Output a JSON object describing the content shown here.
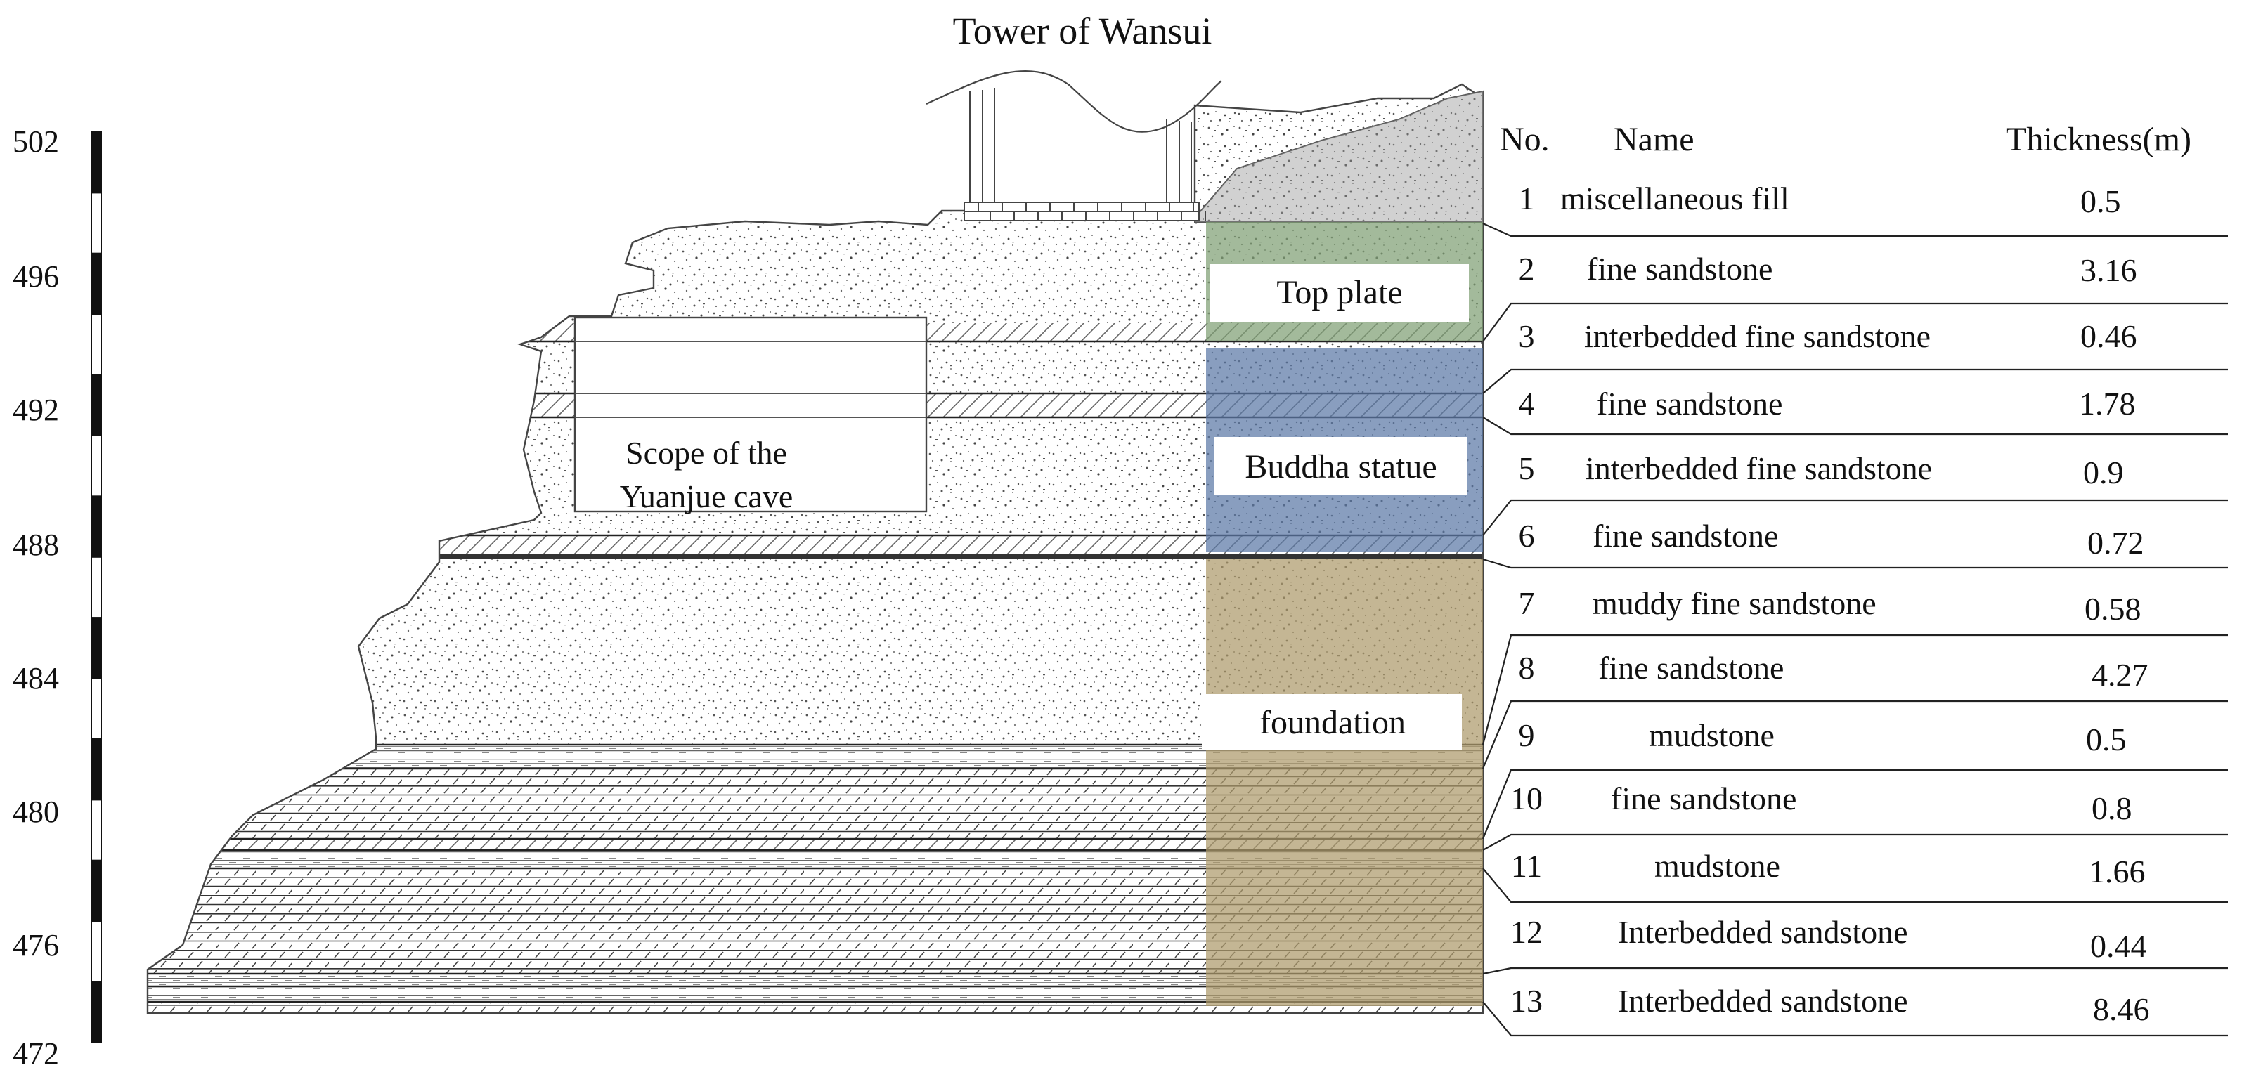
{
  "title": "Tower  of Wansui",
  "elevation_scale": {
    "ticks": [
      "502",
      "496",
      "492",
      "488",
      "484",
      "480",
      "476",
      "472"
    ]
  },
  "labels": {
    "cave": [
      "Scope of the",
      "Yuanjue cave"
    ],
    "top_plate": "Top plate",
    "buddha_statue": "Buddha statue",
    "foundation": "foundation"
  },
  "zone_colors": {
    "top_plate": "#7f9f74",
    "buddha_statue": "#5b78a6",
    "foundation": "#ad9a6b"
  },
  "table": {
    "headers": {
      "no": "No.",
      "name": "Name",
      "thickness": "Thickness(m)"
    },
    "rows": [
      {
        "no": "1",
        "name": "miscellaneous fill",
        "thickness": "0.5"
      },
      {
        "no": "2",
        "name": "fine sandstone",
        "thickness": "3.16"
      },
      {
        "no": "3",
        "name": "interbedded fine sandstone",
        "thickness": "0.46"
      },
      {
        "no": "4",
        "name": "fine sandstone",
        "thickness": "1.78"
      },
      {
        "no": "5",
        "name": "interbedded fine sandstone",
        "thickness": "0.9"
      },
      {
        "no": "6",
        "name": "fine sandstone",
        "thickness": "0.72"
      },
      {
        "no": "7",
        "name": "muddy fine sandstone",
        "thickness": "0.58"
      },
      {
        "no": "8",
        "name": "fine sandstone",
        "thickness": "4.27"
      },
      {
        "no": "9",
        "name": "mudstone",
        "thickness": "0.5"
      },
      {
        "no": "10",
        "name": "fine sandstone",
        "thickness": "0.8"
      },
      {
        "no": "11",
        "name": "mudstone",
        "thickness": "1.66"
      },
      {
        "no": "12",
        "name": "Interbedded sandstone",
        "thickness": "0.44"
      },
      {
        "no": "13",
        "name": "Interbedded sandstone",
        "thickness": "8.46"
      }
    ]
  }
}
